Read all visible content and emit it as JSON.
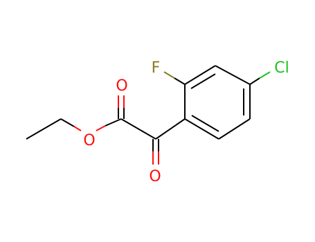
{
  "molecule": {
    "atoms": {
      "O_carbonyl_ester": {
        "symbol": "O",
        "color": "#ff0d0d"
      },
      "O_ether": {
        "symbol": "O",
        "color": "#ff0d0d"
      },
      "O_ketone": {
        "symbol": "O",
        "color": "#ff0d0d"
      },
      "F": {
        "symbol": "F",
        "color": "#8a7a1f"
      },
      "Cl": {
        "symbol": "Cl",
        "color": "#1fc01f"
      }
    }
  }
}
